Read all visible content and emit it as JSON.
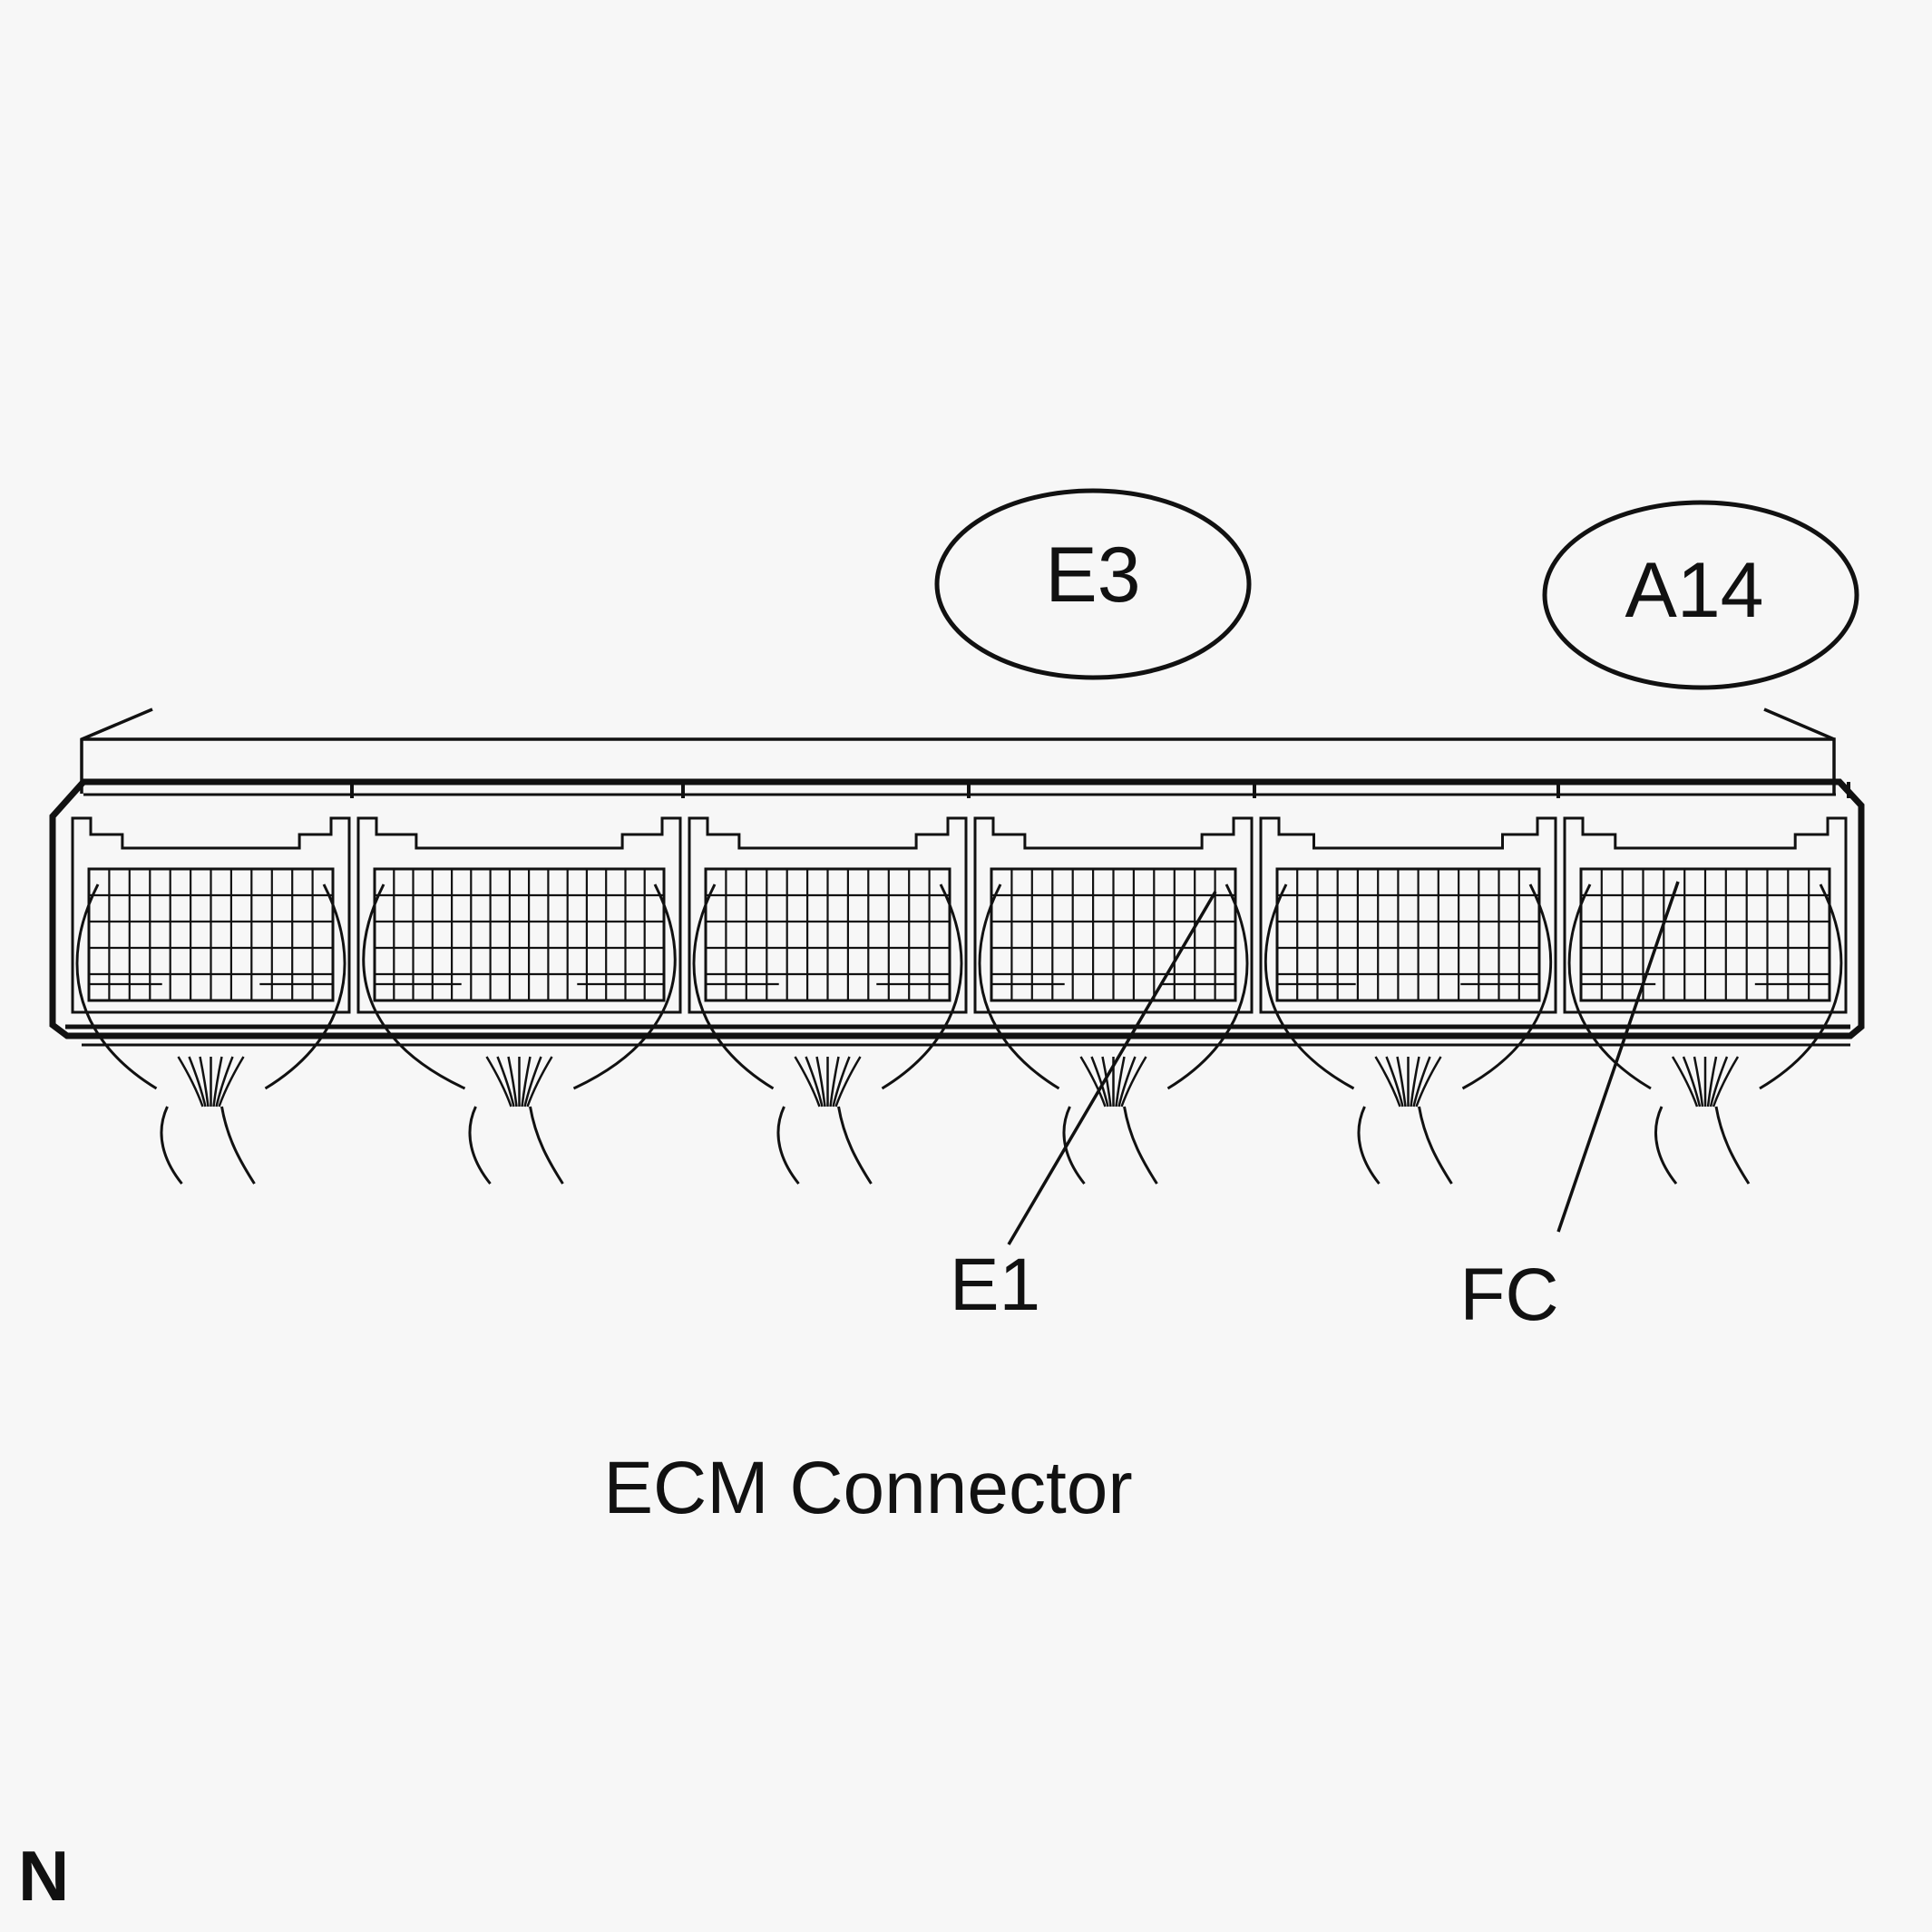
{
  "connectors": {
    "left_label": "E3",
    "right_label": "A14"
  },
  "terminals": {
    "e1_label": "E1",
    "fc_label": "FC"
  },
  "caption": "ECM Connector",
  "corner_mark": "N",
  "colors": {
    "background": "#f7f7f7",
    "line": "#111111"
  }
}
